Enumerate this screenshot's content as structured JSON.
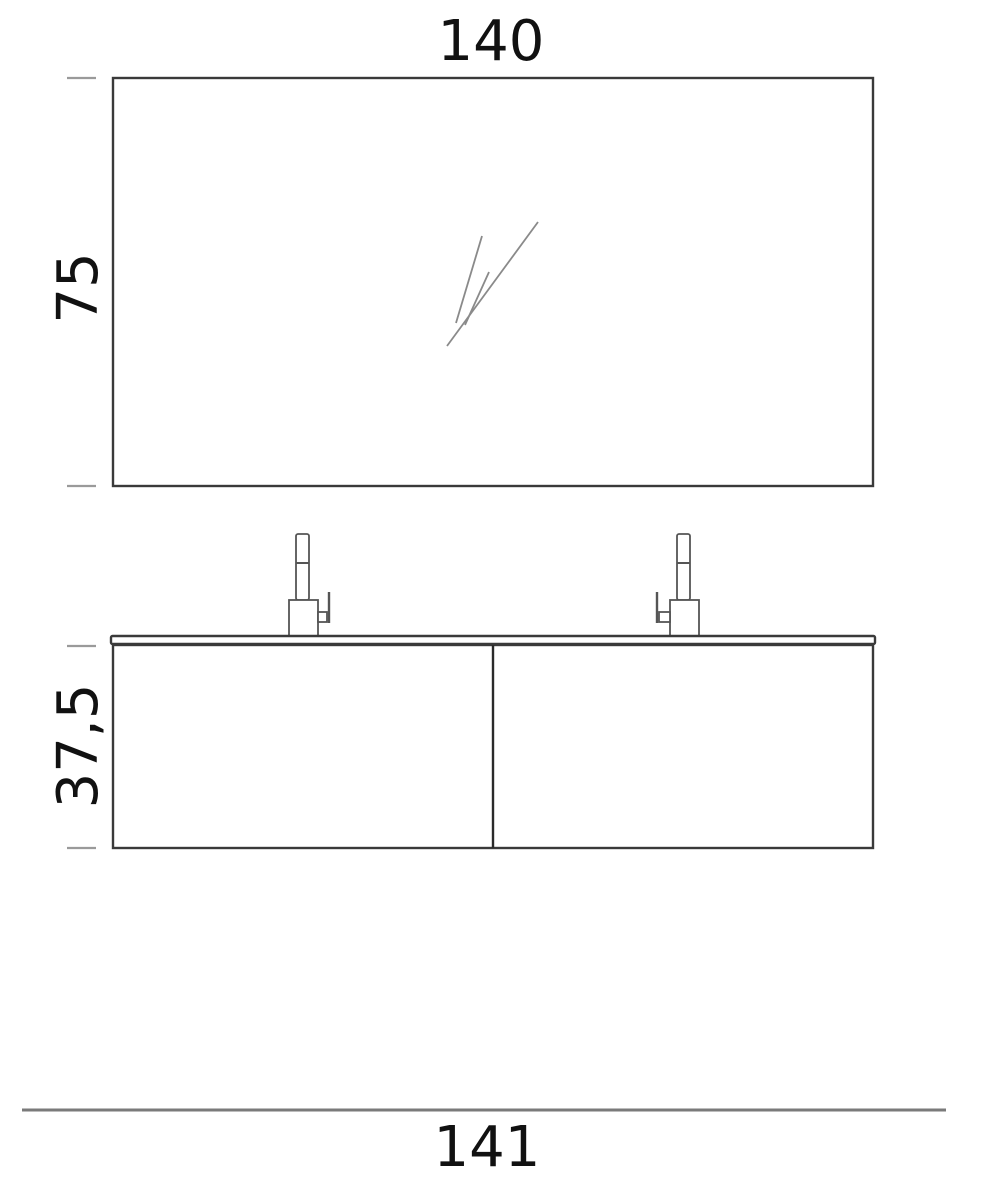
{
  "diagram": {
    "type": "technical-dimension-drawing",
    "subject": "bathroom vanity with double sink cabinet and mirror",
    "colors": {
      "line": "#3a3a3a",
      "tick": "#9a9a9a",
      "text": "#111111",
      "background": "#ffffff"
    },
    "mirror": {
      "width_label": "140",
      "height_label": "75"
    },
    "cabinet": {
      "height_label": "37,5",
      "drawers": 2,
      "faucets": 2
    },
    "overall": {
      "width_label": "141"
    }
  }
}
